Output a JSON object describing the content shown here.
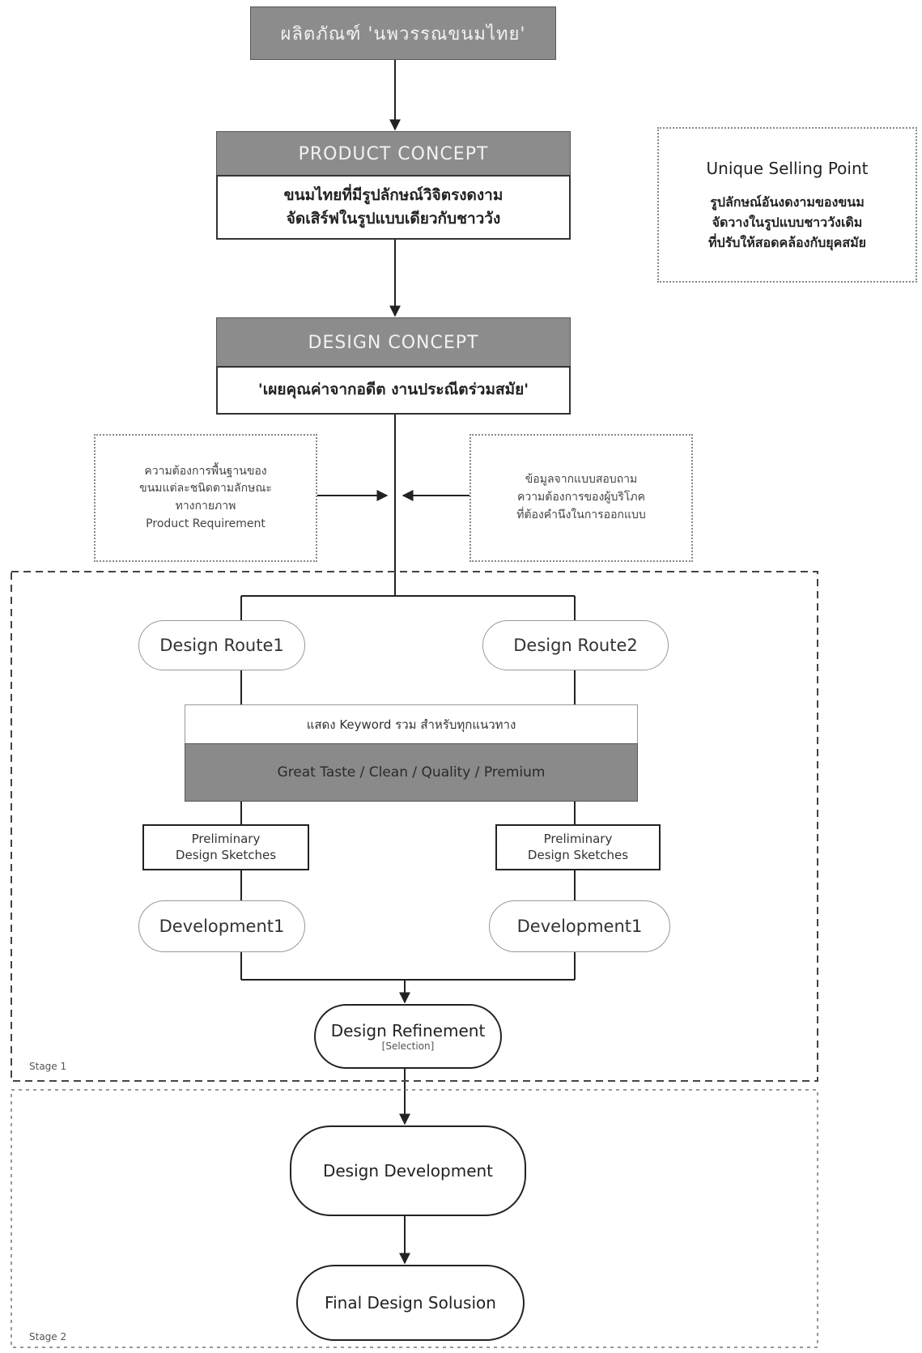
{
  "product_title": "ผลิตภัณฑ์ 'นพวรรณขนมไทย'",
  "product_concept": {
    "heading": "PRODUCT CONCEPT",
    "lines": [
      "ขนมไทยที่มีรูปลักษณ์วิจิตรงดงาม",
      "จัดเสิร์ฟในรูปแบบเดียวกับชาววัง"
    ]
  },
  "usp": {
    "title": "Unique Selling Point",
    "lines": [
      "รูปลักษณ์อันงดงามของขนม",
      "จัดวางในรูปแบบชาววังเดิม",
      "ที่ปรับให้สอดคล้องกับยุคสมัย"
    ]
  },
  "design_concept": {
    "heading": "DESIGN CONCEPT",
    "tagline": "'เผยคุณค่าจากอดีต งานประณีตร่วมสมัย'"
  },
  "left_requirement": {
    "lines": [
      "ความต้องการพื้นฐานของ",
      "ขนมแต่ละชนิดตามลักษณะ",
      "ทางกายภาพ",
      "Product Requirement"
    ]
  },
  "right_requirement": {
    "lines": [
      "ข้อมูลจากแบบสอบถาม",
      "ความต้องการของผู้บริโภค",
      "ที่ต้องคำนึงในการออกแบบ"
    ]
  },
  "stage1": {
    "route1": "Design Route1",
    "route2": "Design Route2",
    "keyword_title": "แสดง Keyword รวม สำหรับทุกแนวทาง",
    "keywords": "Great Taste / Clean / Quality / Premium",
    "sketch_left": [
      "Preliminary",
      "Design Sketches"
    ],
    "sketch_right": [
      "Preliminary",
      "Design Sketches"
    ],
    "dev_left": "Development1",
    "dev_right": "Development1",
    "refinement": "Design Refinement",
    "refinement_sub": "[Selection]",
    "label": "Stage 1"
  },
  "stage2": {
    "development": "Design Development",
    "final": "Final Design Solusion",
    "label": "Stage 2"
  }
}
